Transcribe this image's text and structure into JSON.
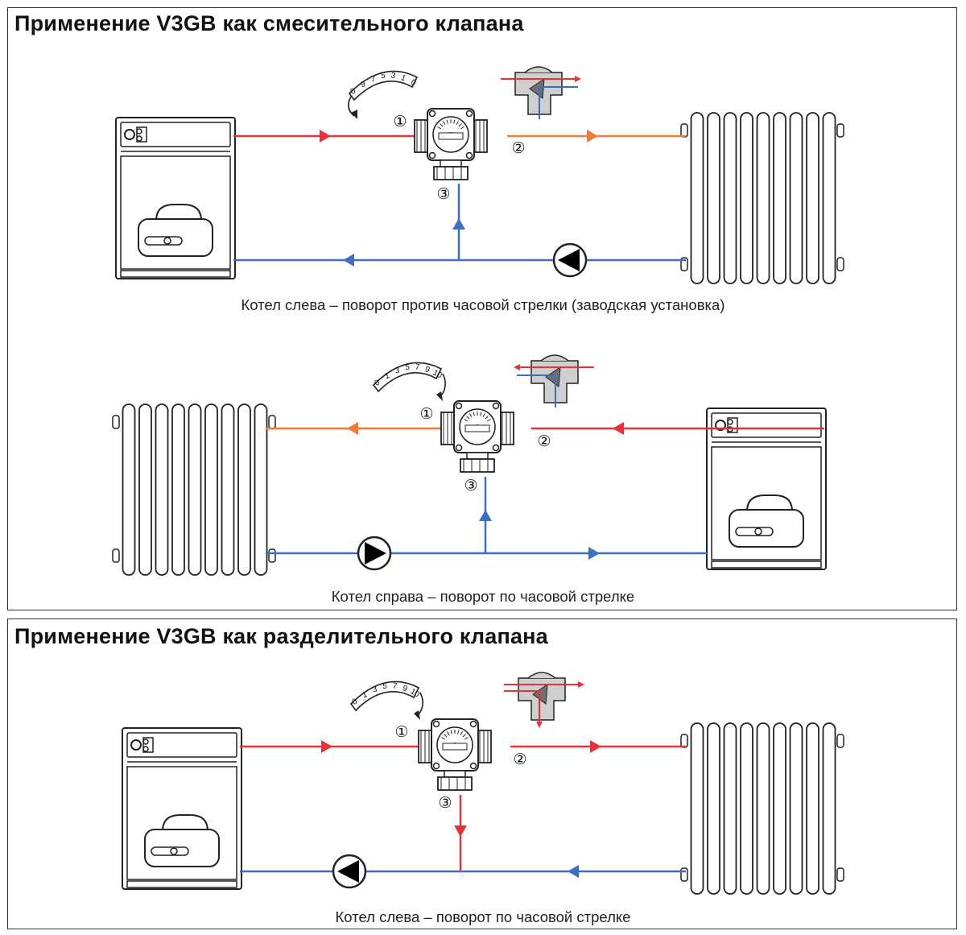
{
  "sections": [
    {
      "title": "Применение V3GB как смесительного клапана",
      "diagrams": [
        {
          "caption": "Котел слева – поворот против часовой стрелки (заводская установка)",
          "scale_labels": "0 9 7 5 3 1 0"
        },
        {
          "caption": "Котел справа – поворот по часовой стрелке",
          "scale_labels": "0 1 3 5 7 9 10"
        }
      ]
    },
    {
      "title": "Применение V3GB как разделительного клапана",
      "diagrams": [
        {
          "caption": "Котел слева – поворот по часовой стрелке",
          "scale_labels": "0 1 3 5 7 9 10"
        }
      ]
    }
  ],
  "port_labels": [
    "①",
    "②",
    "③"
  ],
  "colors": {
    "hot": "#e8323a",
    "mixed": "#f07a3a",
    "cold": "#3c6fbf",
    "outline": "#222222"
  }
}
